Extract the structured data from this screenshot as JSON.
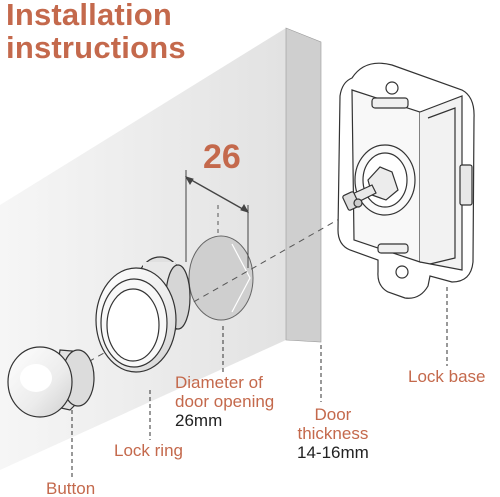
{
  "title": {
    "line1": "Installation",
    "line2": "instructions"
  },
  "dimension": {
    "value": "26"
  },
  "labels": {
    "diameter": {
      "text_line1": "Diameter of",
      "text_line2": "door opening",
      "value": "26mm"
    },
    "door": {
      "text_line1": "Door",
      "text_line2": "thickness",
      "value": "14-16mm"
    },
    "lock_base": "Lock base",
    "lock_ring": "Lock ring",
    "button": "Button"
  },
  "colors": {
    "accent": "#c4694c",
    "line": "#555555",
    "panel": "#e7e7e7",
    "door_edge": "#c8c8c8"
  }
}
